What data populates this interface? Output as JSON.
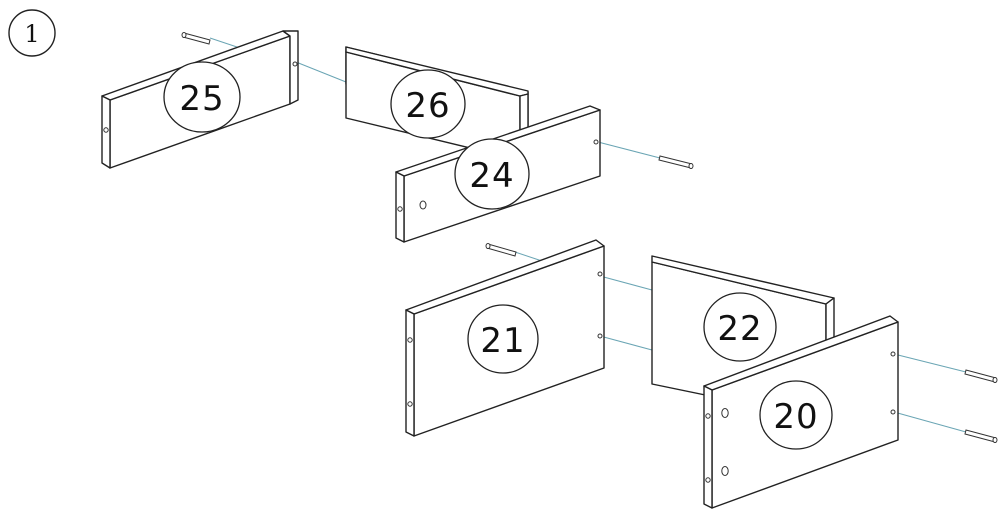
{
  "step": {
    "number": "1"
  },
  "parts": [
    {
      "id": "p25",
      "label": "25"
    },
    {
      "id": "p26",
      "label": "26"
    },
    {
      "id": "p24",
      "label": "24"
    },
    {
      "id": "p21",
      "label": "21"
    },
    {
      "id": "p22",
      "label": "22"
    },
    {
      "id": "p20",
      "label": "20"
    }
  ],
  "colors": {
    "line": "#222222",
    "dowel_guide": "#6aa5b4",
    "background": "#ffffff"
  }
}
